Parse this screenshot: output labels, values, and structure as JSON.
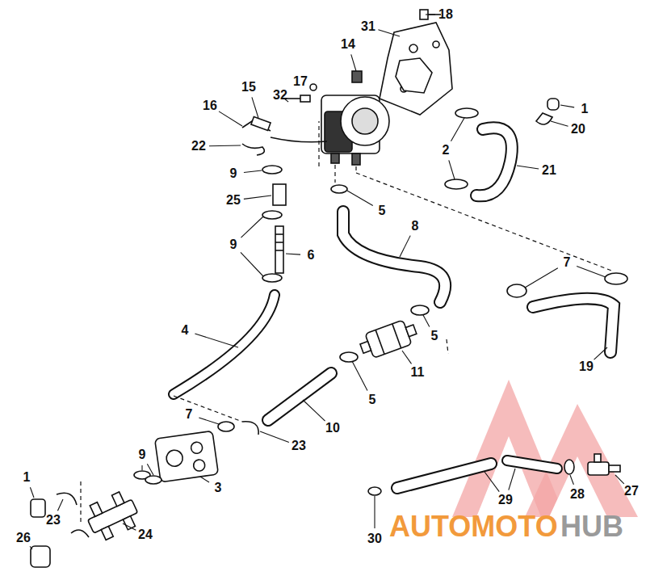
{
  "diagram": {
    "labels": [
      "18",
      "31",
      "14",
      "1",
      "17",
      "32",
      "15",
      "16",
      "20",
      "2",
      "21",
      "22",
      "9",
      "25",
      "5",
      "8",
      "9",
      "6",
      "7",
      "4",
      "19",
      "5",
      "11",
      "5",
      "10",
      "7",
      "23",
      "9",
      "3",
      "1",
      "29",
      "23",
      "24",
      "28",
      "27",
      "26",
      "30",
      "AUTOMOTO",
      "HUB"
    ]
  }
}
